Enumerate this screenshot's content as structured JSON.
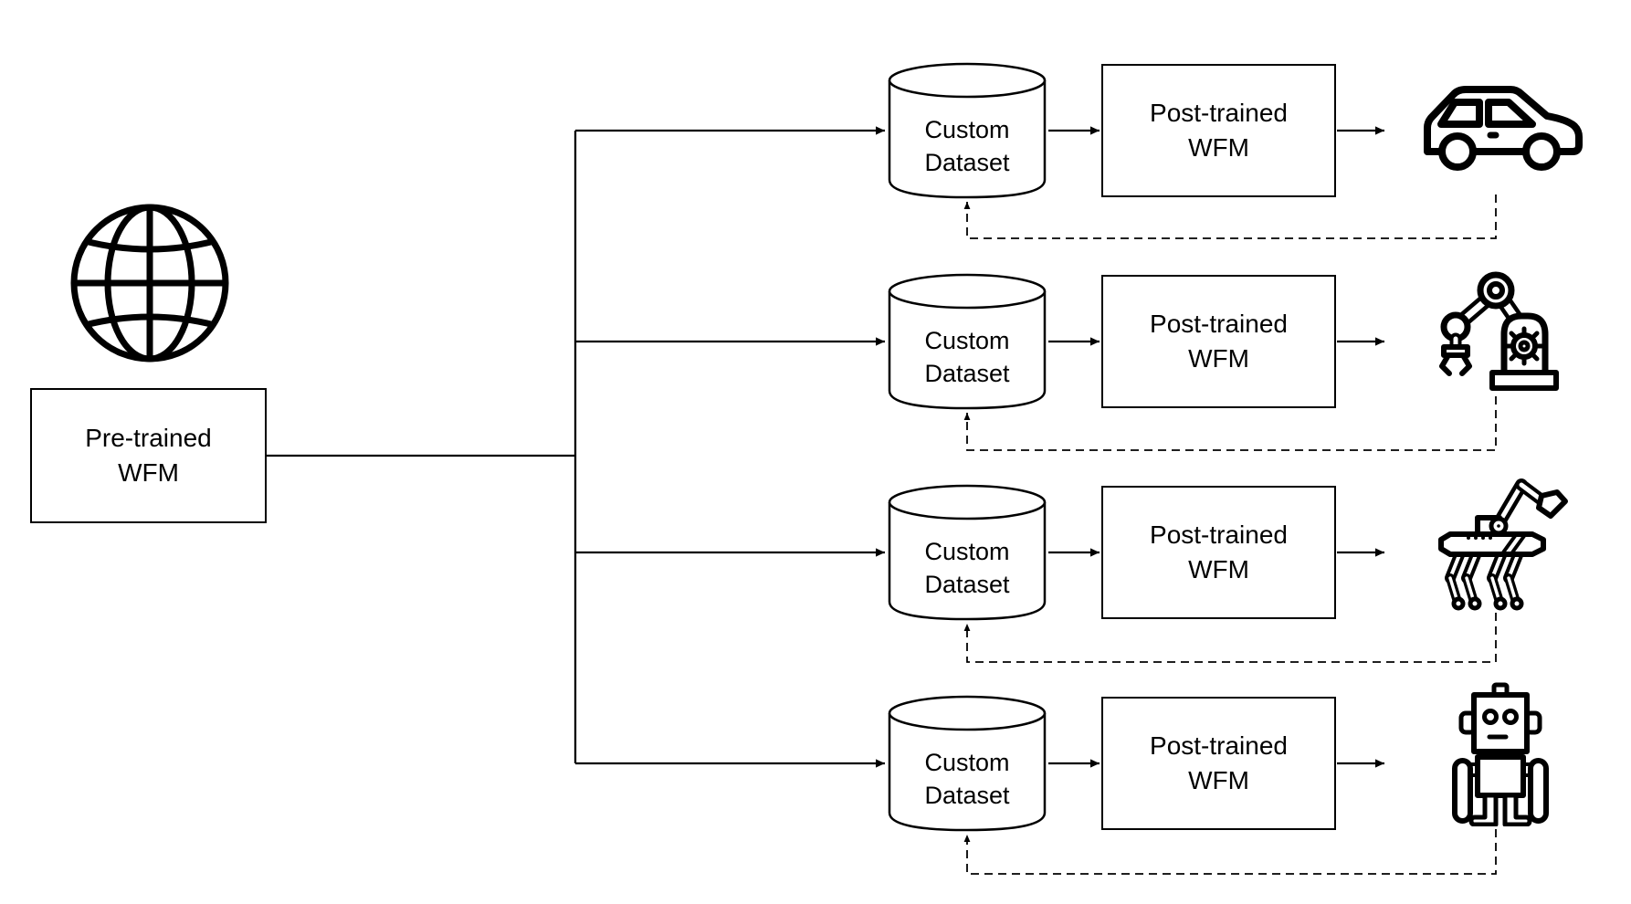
{
  "diagram": {
    "background_color": "#ffffff",
    "line_color": "#000000",
    "source": {
      "icon": "globe",
      "label_line1": "Pre-trained",
      "label_line2": "WFM"
    },
    "rows": [
      {
        "target_icon": "car",
        "dataset_line1": "Custom",
        "dataset_line2": "Dataset",
        "model_line1": "Post-trained",
        "model_line2": "WFM"
      },
      {
        "target_icon": "robot-arm",
        "dataset_line1": "Custom",
        "dataset_line2": "Dataset",
        "model_line1": "Post-trained",
        "model_line2": "WFM"
      },
      {
        "target_icon": "quadruped-robot",
        "dataset_line1": "Custom",
        "dataset_line2": "Dataset",
        "model_line1": "Post-trained",
        "model_line2": "WFM"
      },
      {
        "target_icon": "humanoid-robot",
        "dataset_line1": "Custom",
        "dataset_line2": "Dataset",
        "model_line1": "Post-trained",
        "model_line2": "WFM"
      }
    ]
  }
}
